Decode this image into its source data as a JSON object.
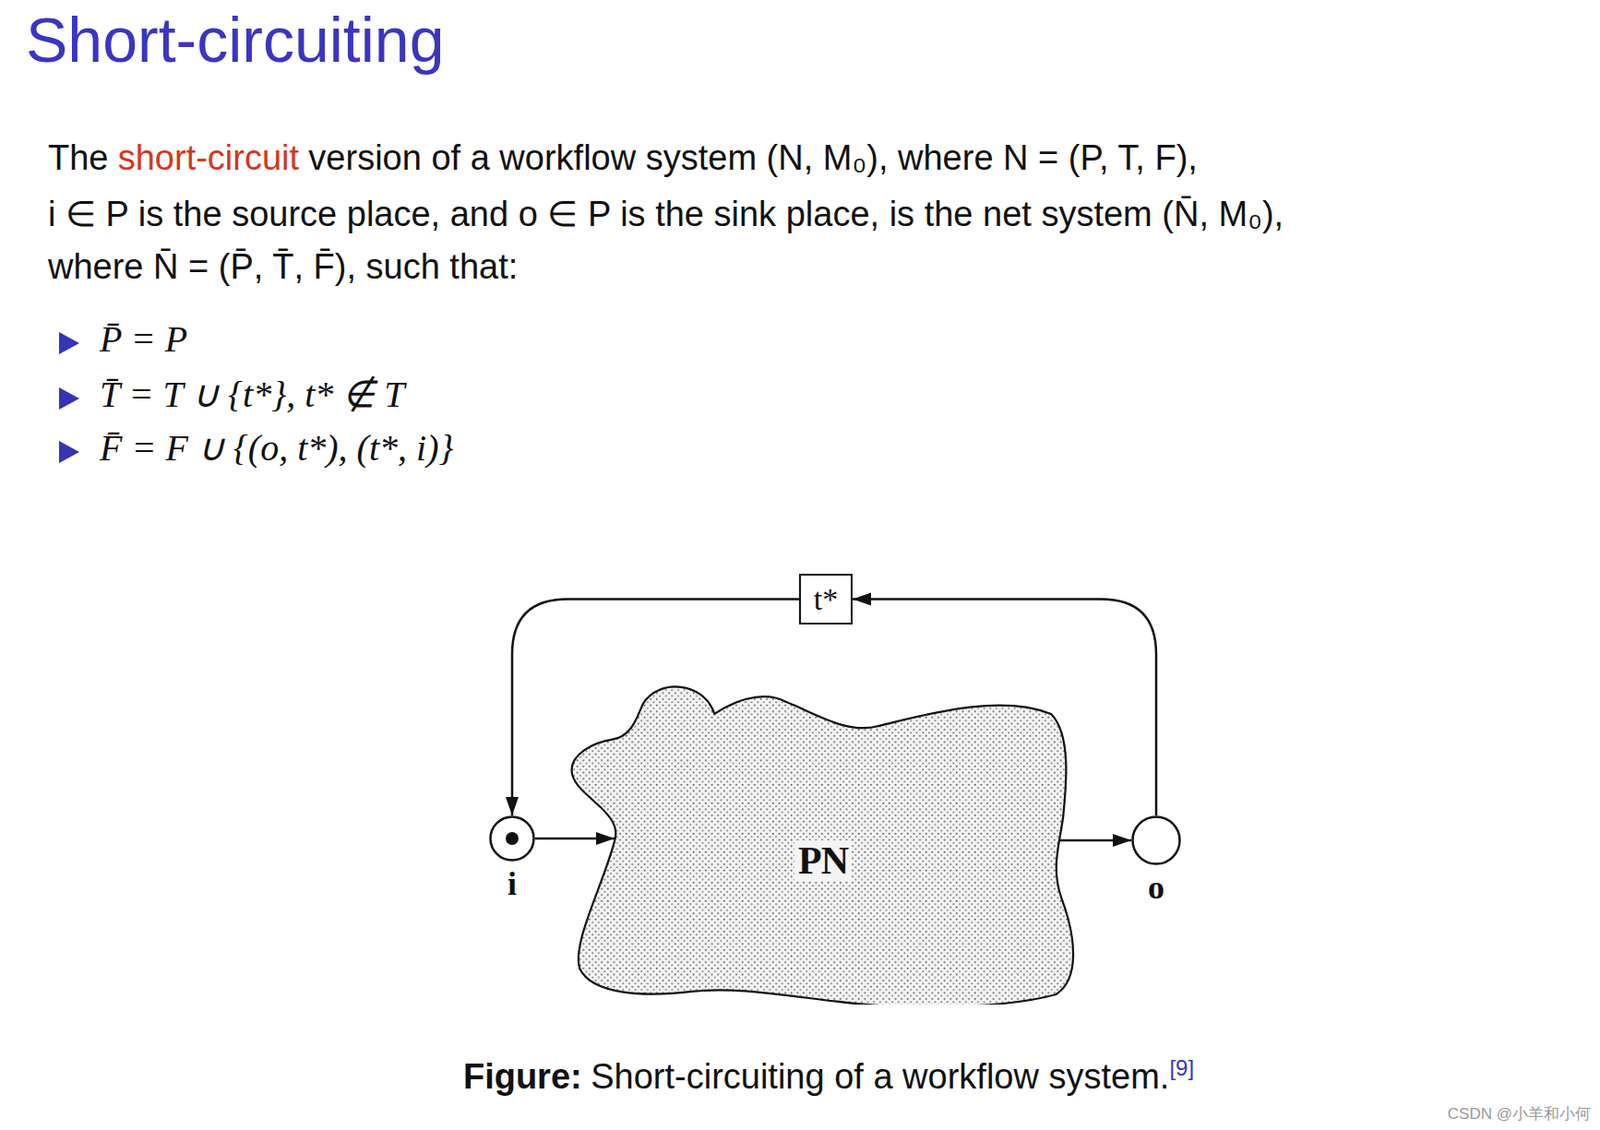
{
  "diagram": {
    "title": "Short-circuiting",
    "caption": "Short-circuiting of a workflow system.",
    "nodes": [
      {
        "text": [
          "t*"
        ]
      },
      {
        "text": [
          "PN"
        ]
      },
      {
        "text": [
          "i"
        ]
      },
      {
        "text": [
          "o"
        ]
      }
    ],
    "edges": [
      {
        "from": 2,
        "to": 1,
        "arrow": "to"
      },
      {
        "from": 1,
        "to": 3,
        "arrow": "to"
      },
      {
        "from": 3,
        "to": 0,
        "arrow": "to"
      },
      {
        "from": 0,
        "to": 2,
        "arrow": "to"
      }
    ],
    "labels": [
      "The",
      "short-circuit",
      "version of a workflow system (N, M₀), where N = (P, T, F),",
      "i ∈ P is the source place, and o ∈ P is the sink place, is the net system (N̄, M₀),",
      "where N̄ = (P̄, T̄, F̄), such that:",
      "P̄ = P",
      "T̄ = T ∪ {t*}, t* ∉ T",
      "F̄ = F ∪ {(o, t*), (t*, i)}",
      "Figure:",
      "[9]",
      "CSDN @小羊和小何"
    ]
  }
}
